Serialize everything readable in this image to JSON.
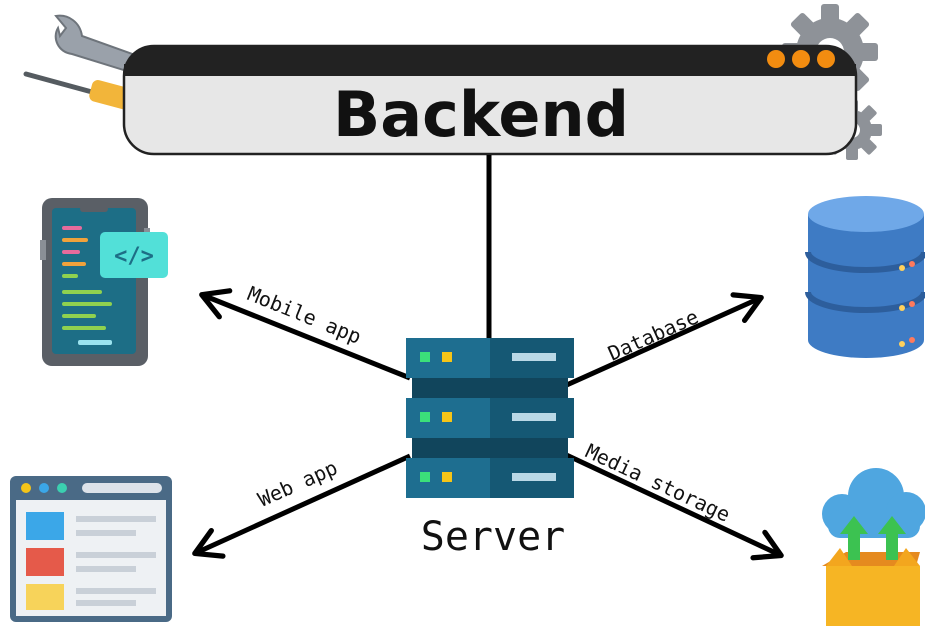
{
  "backend": {
    "title": "Backend",
    "window_dots_color": "#F28C10"
  },
  "server": {
    "label": "Server",
    "icon": "server-rack-icon"
  },
  "connections": [
    {
      "label": "Mobile app",
      "icon": "mobile-phone-icon"
    },
    {
      "label": "Database",
      "icon": "database-icon"
    },
    {
      "label": "Web app",
      "icon": "browser-window-icon"
    },
    {
      "label": "Media storage",
      "icon": "cloud-upload-box-icon"
    }
  ],
  "decor_icons": [
    "wrench-icon",
    "screwdriver-icon",
    "gear-icon"
  ]
}
